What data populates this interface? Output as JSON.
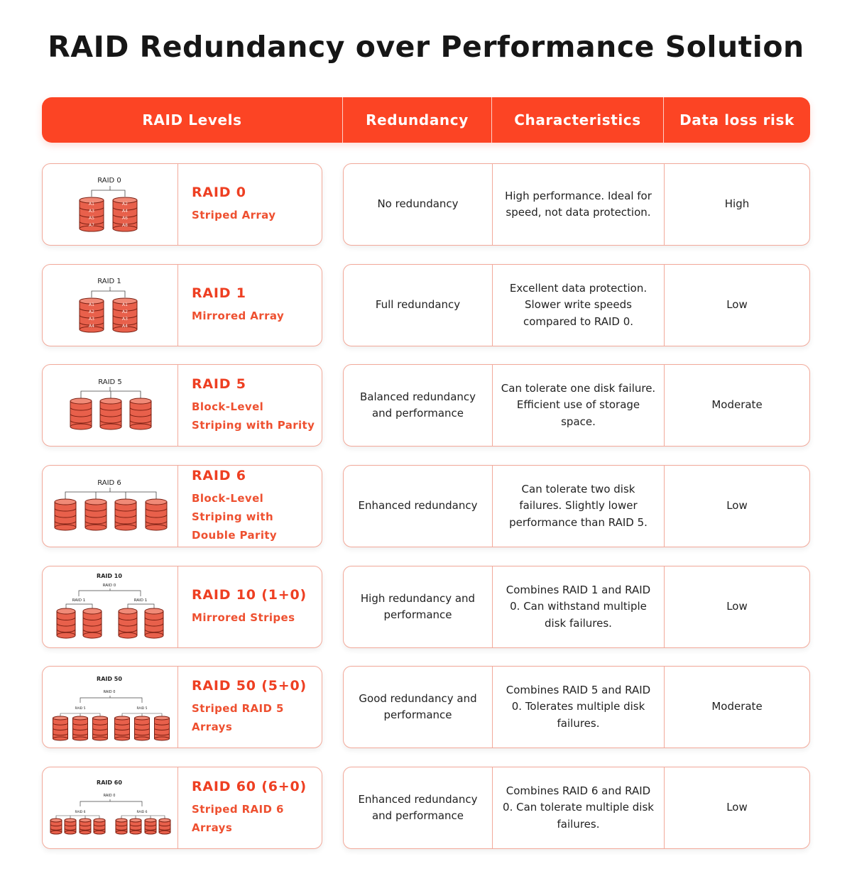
{
  "title": "RAID Redundancy over Performance Solution",
  "header": {
    "col1": "RAID Levels",
    "col2": "Redundancy",
    "col3": "Characteristics",
    "col4": "Data loss risk"
  },
  "colors": {
    "accent": "#fc4424",
    "disk": "#e8604b",
    "border": "#f2a99a"
  },
  "rows": [
    {
      "name": "RAID 0",
      "subtitle": "Striped Array",
      "diagram": {
        "label": "RAID 0",
        "disks_1": [
          "A1",
          "A3",
          "A5",
          "A7"
        ],
        "disks_2": [
          "A2",
          "A4",
          "A6",
          "A8"
        ]
      },
      "redundancy": "No redundancy",
      "characteristics": "High performance. Ideal for speed, not data protection.",
      "risk": "High"
    },
    {
      "name": "RAID 1",
      "subtitle": "Mirrored Array",
      "diagram": {
        "label": "RAID 1",
        "disks_1": [
          "A1",
          "A2",
          "A3",
          "A4"
        ],
        "disks_2": [
          "A1",
          "A2",
          "A3",
          "A4"
        ]
      },
      "redundancy": "Full redundancy",
      "characteristics": "Excellent data protection. Slower write speeds compared to RAID 0.",
      "risk": "Low"
    },
    {
      "name": "RAID 5",
      "subtitle": "Block-Level Striping with Parity",
      "diagram": {
        "label": "RAID 5"
      },
      "redundancy": "Balanced redundancy and performance",
      "characteristics": "Can tolerate one disk failure. Efficient use of storage space.",
      "risk": "Moderate"
    },
    {
      "name": "RAID 6",
      "subtitle": "Block-Level Striping with Double Parity",
      "diagram": {
        "label": "RAID 6"
      },
      "redundancy": "Enhanced redundancy",
      "characteristics": "Can tolerate two disk failures. Slightly lower performance than RAID 5.",
      "risk": "Low"
    },
    {
      "name": "RAID 10 (1+0)",
      "subtitle": "Mirrored Stripes",
      "diagram": {
        "label": "RAID 10",
        "top": "RAID 0",
        "sub": "RAID 1"
      },
      "redundancy": "High redundancy and performance",
      "characteristics": "Combines RAID 1 and RAID 0. Can withstand multiple disk failures.",
      "risk": "Low"
    },
    {
      "name": "RAID 50 (5+0)",
      "subtitle": "Striped RAID 5 Arrays",
      "diagram": {
        "label": "RAID 50",
        "top": "RAID 0",
        "sub": "RAID 5"
      },
      "redundancy": "Good redundancy and performance",
      "characteristics": "Combines RAID 5 and RAID 0. Tolerates multiple disk failures.",
      "risk": "Moderate"
    },
    {
      "name": "RAID 60 (6+0)",
      "subtitle": "Striped RAID 6 Arrays",
      "diagram": {
        "label": "RAID 60",
        "top": "RAID 0",
        "sub": "RAID 6"
      },
      "redundancy": "Enhanced redundancy and performance",
      "characteristics": "Combines RAID 6 and RAID 0. Can tolerate multiple disk failures.",
      "risk": "Low"
    }
  ]
}
